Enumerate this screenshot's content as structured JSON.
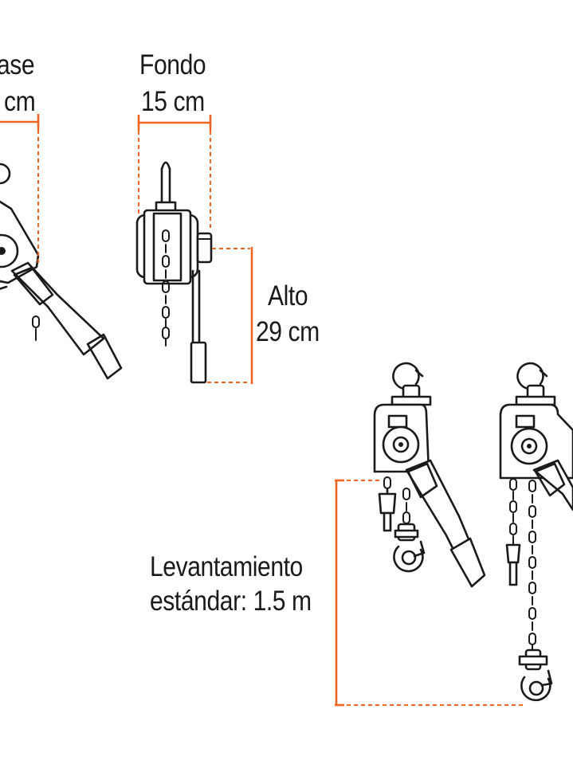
{
  "labels": {
    "base_word": "ase",
    "base_value": "cm",
    "fondo_word": "Fondo",
    "fondo_value": "15 cm",
    "alto_word": "Alto",
    "alto_value": "29 cm",
    "lift_word": "Levantamiento",
    "lift_value": "estándar: 1.5 m"
  },
  "colors": {
    "accent": "#f26522",
    "ink": "#1a1a1a",
    "background": "#ffffff"
  }
}
